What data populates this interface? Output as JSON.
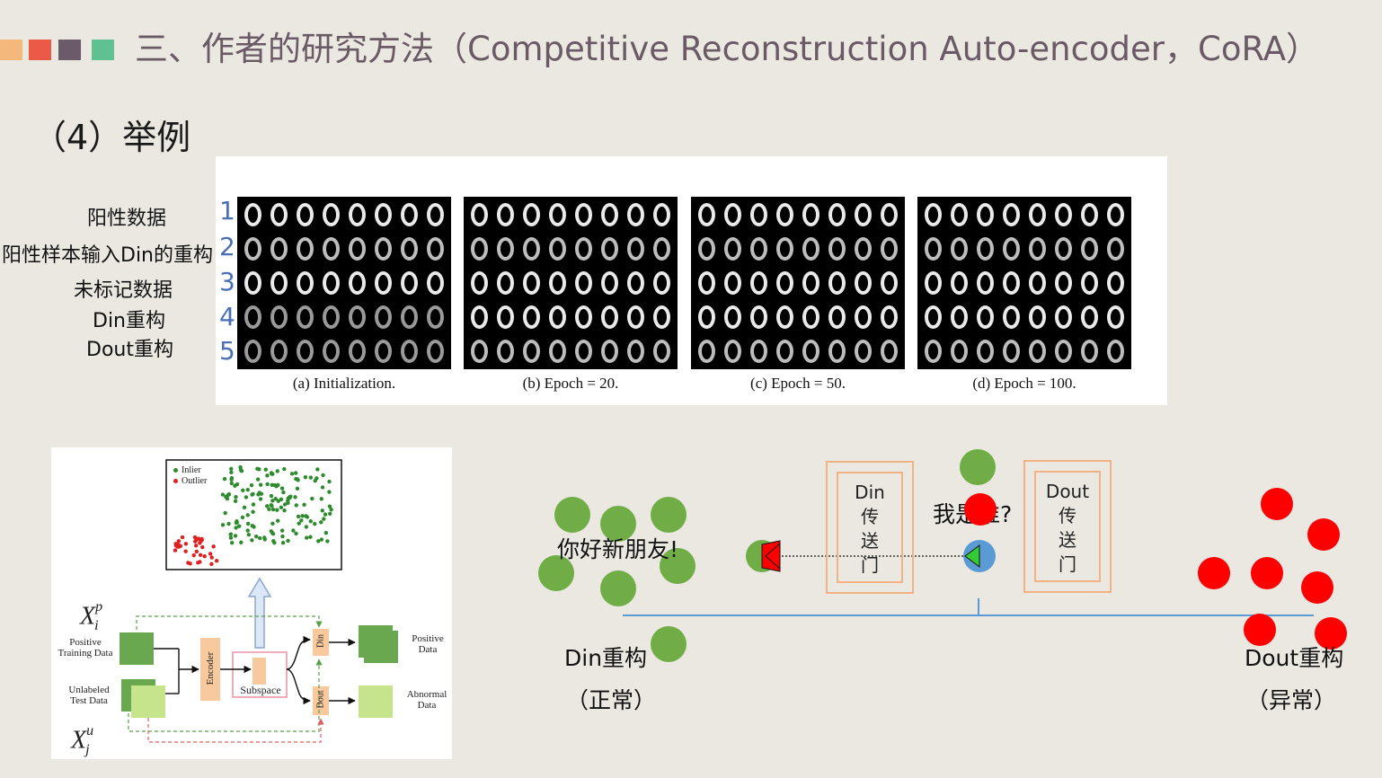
{
  "header": {
    "title": "三、作者的研究方法（Competitive Reconstruction Auto-encoder，CoRA）",
    "squares": [
      "#f4b97a",
      "#ea5a47",
      "#6b5a6a",
      "#5fc090"
    ]
  },
  "subtitle": "（4）举例",
  "row_labels": [
    "阳性数据",
    "阳性样本输入Din的重构",
    "未标记数据",
    "Din重构",
    "Dout重构"
  ],
  "row_numbers": [
    "1",
    "2",
    "3",
    "4",
    "5"
  ],
  "panels": [
    {
      "caption": "(a) Initialization."
    },
    {
      "caption": "(b) Epoch = 20."
    },
    {
      "caption": "(c) Epoch = 50."
    },
    {
      "caption": "(d) Epoch = 100."
    }
  ],
  "scatter": {
    "legend": [
      "Inlier",
      "Outlier"
    ],
    "colors": {
      "inlier": "#2e8b2e",
      "outlier": "#e02020"
    }
  },
  "architecture": {
    "xp": "X",
    "xp_sup": "p",
    "xp_sub": "i",
    "xu": "X",
    "xu_sup": "u",
    "xu_sub": "j",
    "positive_training": "Positive Training Data",
    "unlabeled_test": "Unlabeled Test Data",
    "encoder": "Encoder",
    "subspace": "Subspace",
    "din": "Din",
    "dout": "Dout",
    "positive_data": "Positive Data",
    "abnormal_data": "Abnormal Data"
  },
  "illustration": {
    "greeting": "你好新朋友!",
    "question": "我是谁?",
    "din_portal": [
      "Din",
      "传",
      "送",
      "门"
    ],
    "dout_portal": [
      "Dout",
      "传",
      "送",
      "门"
    ],
    "din_recon": "Din重构",
    "din_normal": "（正常）",
    "dout_recon": "Dout重构",
    "dout_abnormal": "（异常）"
  }
}
